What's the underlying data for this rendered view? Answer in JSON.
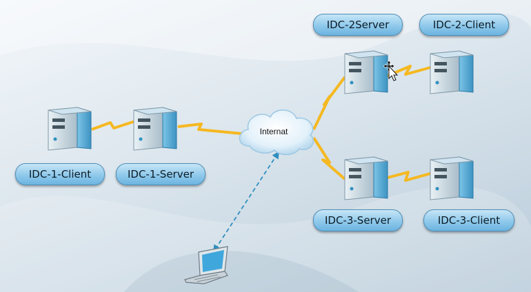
{
  "diagram": {
    "nodes": {
      "idc1_client": {
        "label": "IDC-1-Client",
        "icon": "server-icon"
      },
      "idc1_server": {
        "label": "IDC-1-Server",
        "icon": "server-icon"
      },
      "idc2_server": {
        "label": "IDC-2Server",
        "icon": "server-icon"
      },
      "idc2_client": {
        "label": "IDC-2-Client",
        "icon": "server-icon"
      },
      "idc3_server": {
        "label": "IDC-3-Server",
        "icon": "server-icon"
      },
      "idc3_client": {
        "label": "IDC-3-Client",
        "icon": "server-icon"
      },
      "internet": {
        "label": "Internat",
        "icon": "cloud-icon"
      },
      "laptop": {
        "label": "",
        "icon": "laptop-icon"
      }
    },
    "links": [
      {
        "from": "idc1_client",
        "to": "idc1_server",
        "style": "lightning"
      },
      {
        "from": "idc1_server",
        "to": "internet",
        "style": "lightning"
      },
      {
        "from": "internet",
        "to": "idc2_server",
        "style": "lightning"
      },
      {
        "from": "idc2_server",
        "to": "idc2_client",
        "style": "lightning"
      },
      {
        "from": "internet",
        "to": "idc3_server",
        "style": "lightning"
      },
      {
        "from": "idc3_server",
        "to": "idc3_client",
        "style": "lightning"
      },
      {
        "from": "laptop",
        "to": "internet",
        "style": "dashed-bidirectional"
      }
    ],
    "colors": {
      "lightning": "#f5b820",
      "server_body": "#5fb0d8",
      "pill_fill": "#8fc9eb",
      "dashed_link": "#2f8fbf"
    }
  }
}
